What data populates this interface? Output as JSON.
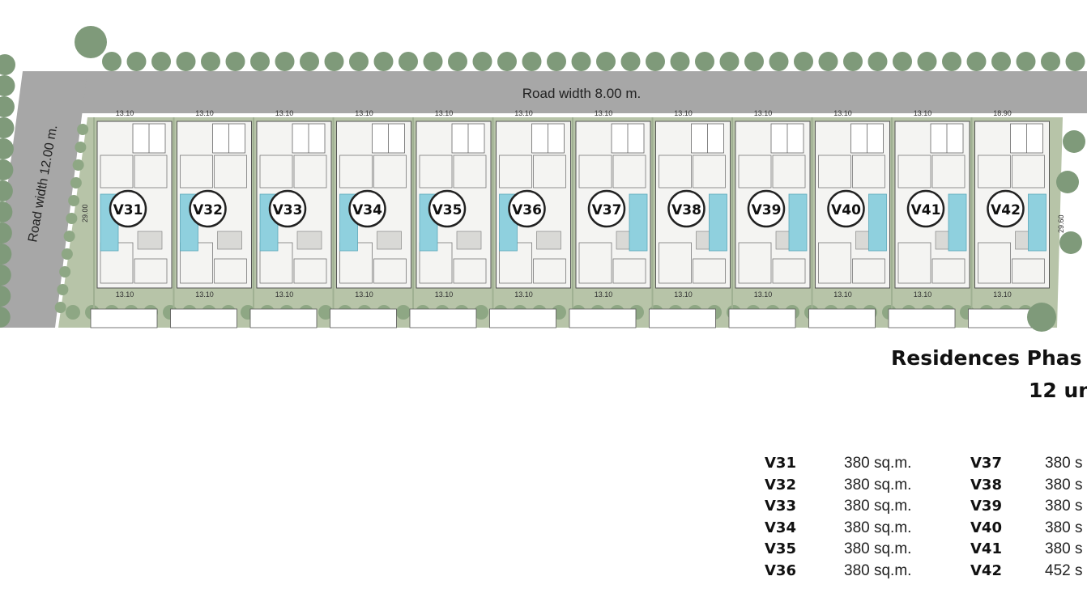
{
  "plan": {
    "road_top_label": "Road width 8.00 m.",
    "road_left_label": "Road width 12.00 m.",
    "depth_left_label": "29.00",
    "depth_right_label": "29.60",
    "villas": [
      {
        "code": "V31",
        "top_width": "13.10",
        "bottom_width": "13.10"
      },
      {
        "code": "V32",
        "top_width": "13.10",
        "bottom_width": "13.10"
      },
      {
        "code": "V33",
        "top_width": "13.10",
        "bottom_width": "13.10"
      },
      {
        "code": "V34",
        "top_width": "13.10",
        "bottom_width": "13.10"
      },
      {
        "code": "V35",
        "top_width": "13.10",
        "bottom_width": "13.10"
      },
      {
        "code": "V36",
        "top_width": "13.10",
        "bottom_width": "13.10"
      },
      {
        "code": "V37",
        "top_width": "13.10",
        "bottom_width": "13.10"
      },
      {
        "code": "V38",
        "top_width": "13.10",
        "bottom_width": "13.10"
      },
      {
        "code": "V39",
        "top_width": "13.10",
        "bottom_width": "13.10"
      },
      {
        "code": "V40",
        "top_width": "13.10",
        "bottom_width": "13.10"
      },
      {
        "code": "V41",
        "top_width": "13.10",
        "bottom_width": "13.10"
      },
      {
        "code": "V42",
        "top_width": "18.90",
        "bottom_width": "13.10"
      }
    ]
  },
  "heading": {
    "title": "Residences Phas",
    "units": "12 un"
  },
  "areas_left": [
    {
      "code": "V31",
      "area": "380 sq.m."
    },
    {
      "code": "V32",
      "area": "380 sq.m."
    },
    {
      "code": "V33",
      "area": "380 sq.m."
    },
    {
      "code": "V34",
      "area": "380 sq.m."
    },
    {
      "code": "V35",
      "area": "380 sq.m."
    },
    {
      "code": "V36",
      "area": "380 sq.m."
    }
  ],
  "areas_right": [
    {
      "code": "V37",
      "area": "380 s"
    },
    {
      "code": "V38",
      "area": "380 s"
    },
    {
      "code": "V39",
      "area": "380 s"
    },
    {
      "code": "V40",
      "area": "380 s"
    },
    {
      "code": "V41",
      "area": "380 s"
    },
    {
      "code": "V42",
      "area": "452 s"
    }
  ],
  "colors": {
    "road": "#a7a7a7",
    "lawn": "#b7c4a8",
    "tree": "#7f9a7a",
    "pool": "#8fd0de",
    "building": "#f4f4f2",
    "badge": "#ffffff"
  }
}
